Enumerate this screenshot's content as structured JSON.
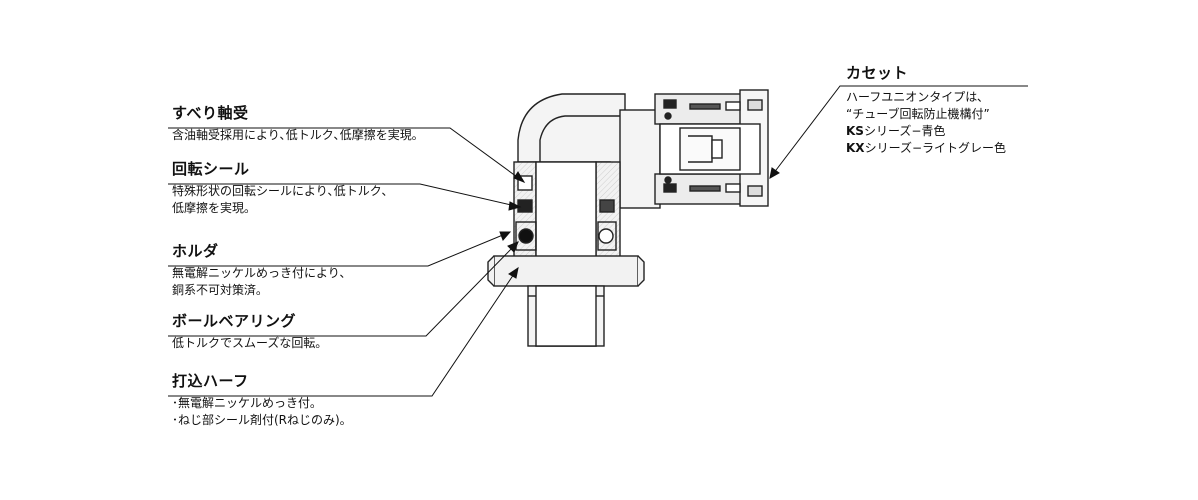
{
  "labels": {
    "slide_bearing": {
      "title": "すべり軸受",
      "desc": [
        "含油軸受採用により､低トルク､低摩擦を実現｡"
      ]
    },
    "rotary_seal": {
      "title": "回転シール",
      "desc": [
        "特殊形状の回転シールにより､低トルク､",
        "低摩擦を実現｡"
      ]
    },
    "holder": {
      "title": "ホルダ",
      "desc": [
        "無電解ニッケルめっき付により､",
        "銅系不可対策済｡"
      ]
    },
    "ball_bearing": {
      "title": "ボールベアリング",
      "desc": [
        "低トルクでスムーズな回転｡"
      ]
    },
    "insert_half": {
      "title": "打込ハーフ",
      "desc": [
        "･無電解ニッケルめっき付｡",
        "･ねじ部シール剤付(Rねじのみ)｡"
      ]
    },
    "cassette": {
      "title": "カセット",
      "desc": [
        "ハーフユニオンタイプは､",
        "“チューブ回転防止機構付”"
      ],
      "ks_code": "KS",
      "ks_text": "シリーズ−青色",
      "kx_code": "KX",
      "kx_text": "シリーズ−ライトグレー色"
    }
  }
}
